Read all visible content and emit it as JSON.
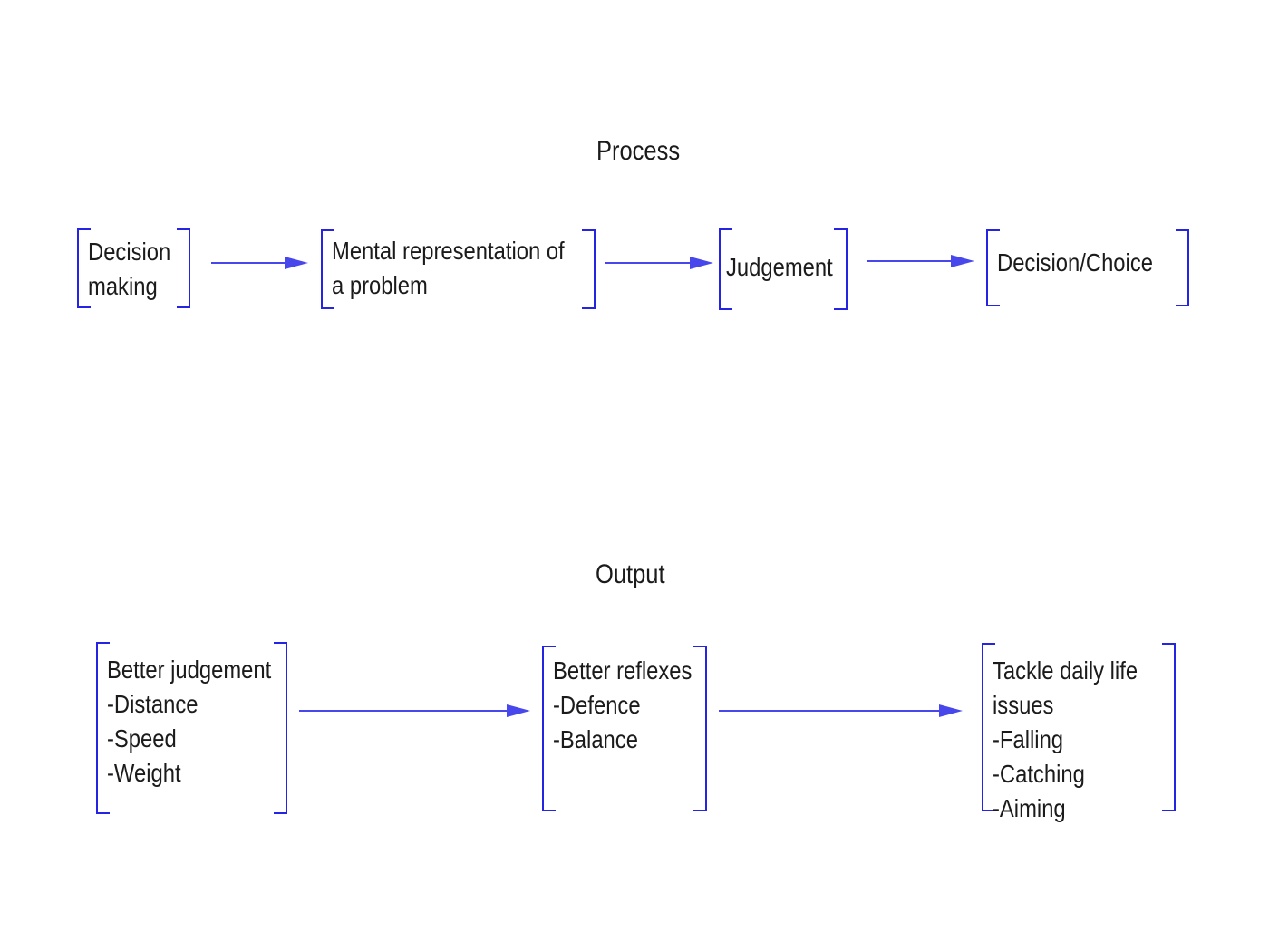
{
  "colors": {
    "bracket_blue": "#2424e2",
    "arrow_blue": "#4747ec",
    "text": "#1b1b1b",
    "background": "#ffffff"
  },
  "sections": [
    {
      "title": "Process",
      "boxes": [
        {
          "lines": [
            "Decision",
            "making"
          ]
        },
        {
          "lines": [
            "Mental representation of",
            "a problem"
          ]
        },
        {
          "lines": [
            "Judgement"
          ]
        },
        {
          "lines": [
            "Decision/Choice"
          ]
        }
      ]
    },
    {
      "title": "Output",
      "boxes": [
        {
          "lines": [
            "Better judgement",
            "-Distance",
            "-Speed",
            "-Weight"
          ]
        },
        {
          "lines": [
            "Better reflexes",
            "-Defence",
            "-Balance"
          ]
        },
        {
          "lines": [
            "Tackle daily life",
            "issues",
            "-Falling",
            "-Catching",
            "-Aiming"
          ]
        }
      ]
    }
  ]
}
